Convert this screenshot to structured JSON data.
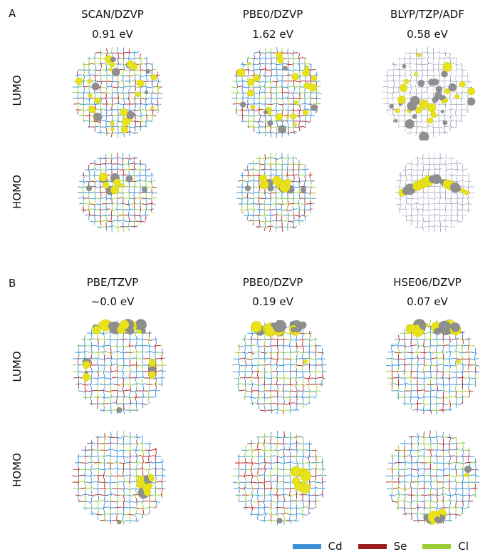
{
  "panels": [
    {
      "letter": "A",
      "columns": [
        {
          "method": "SCAN/DZVP",
          "gap": "0.91 eV"
        },
        {
          "method": "PBE0/DZVP",
          "gap": "1.62 eV"
        },
        {
          "method": "BLYP/TZP/ADF",
          "gap": "0.58 eV"
        }
      ],
      "rows": [
        "LUMO",
        "HOMO"
      ]
    },
    {
      "letter": "B",
      "columns": [
        {
          "method": "PBE/TZVP",
          "gap": "~0.0 eV"
        },
        {
          "method": "PBE0/DZVP",
          "gap": "0.19 eV"
        },
        {
          "method": "HSE06/DZVP",
          "gap": "0.07 eV"
        }
      ],
      "rows": [
        "LUMO",
        "HOMO"
      ]
    }
  ],
  "legend": [
    {
      "label": "Cd",
      "color": "#3b8fd4"
    },
    {
      "label": "Se",
      "color": "#9b1c1c"
    },
    {
      "label": "Cl",
      "color": "#9acd32"
    }
  ],
  "colors": {
    "cd": "#3b8fd4",
    "se": "#b22222",
    "cl": "#9acd32",
    "iso_pos": "#e8e21a",
    "iso_neg": "#8f8f8f"
  }
}
